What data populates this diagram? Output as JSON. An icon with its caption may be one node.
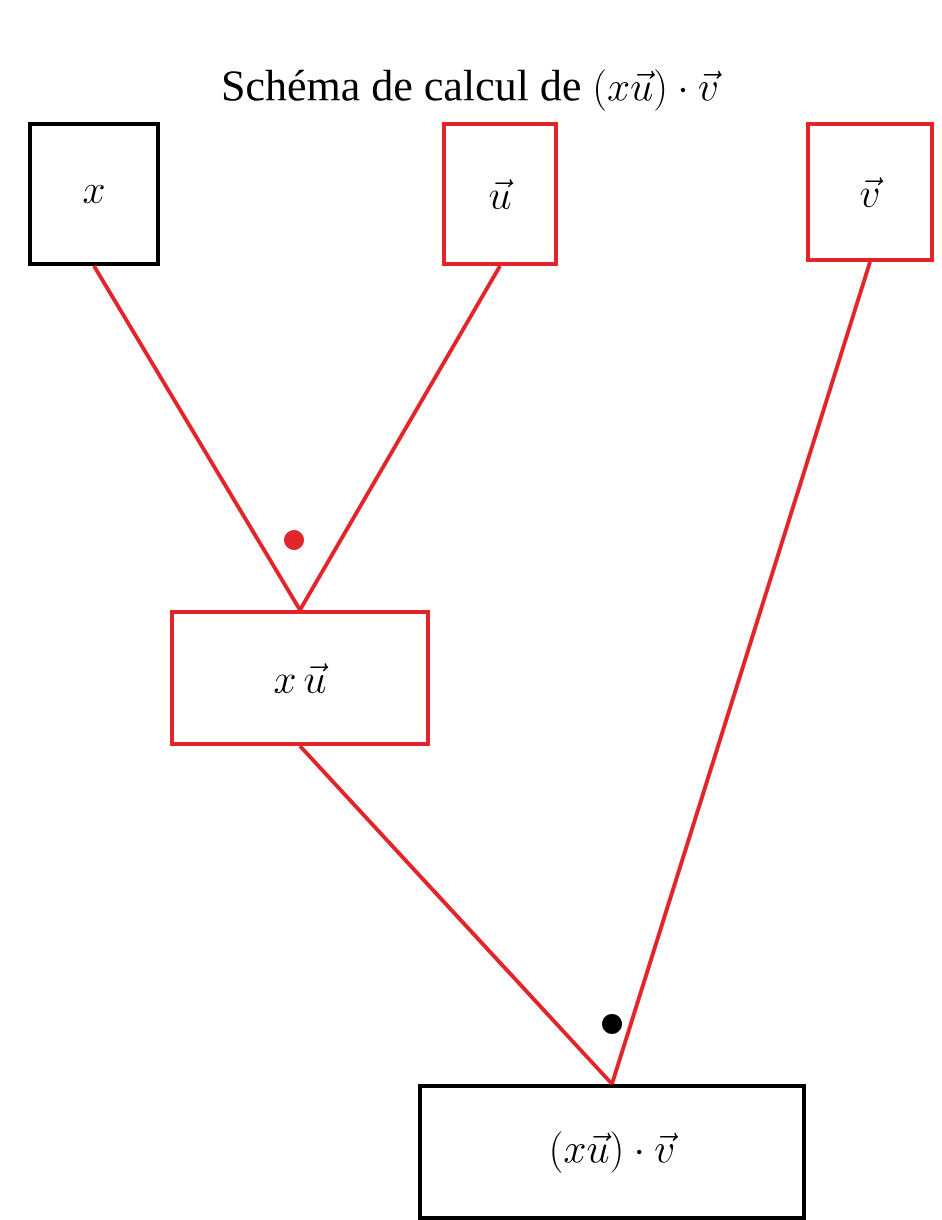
{
  "diagram": {
    "title": "\\mbox{Schéma de calcul de } (x\\vec{u})\\cdot\\vec{v}",
    "nodes": [
      {
        "text": [
          "x"
        ]
      },
      {
        "text": [
          "\\vec{u}"
        ]
      },
      {
        "text": [
          "\\vec{v}"
        ]
      },
      {
        "text": [
          "x\\,\\vec{u}"
        ]
      },
      {
        "text": [
          "(x\\vec{u})\\cdot\\vec{v}"
        ]
      }
    ],
    "edges": [
      {
        "from": 0,
        "to": 3,
        "arrow": "none"
      },
      {
        "from": 1,
        "to": 3,
        "arrow": "none"
      },
      {
        "from": 3,
        "to": 4,
        "arrow": "none"
      },
      {
        "from": 2,
        "to": 4,
        "arrow": "none"
      }
    ]
  }
}
